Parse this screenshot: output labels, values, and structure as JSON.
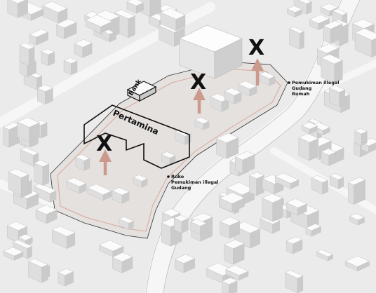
{
  "labels": {
    "bank": "Bank",
    "pertamina": "Pertamina"
  },
  "marker": "X",
  "annotations": {
    "north": [
      "Pemukiman illegal",
      "Gudang",
      "Rumah"
    ],
    "south": [
      "Ruko",
      "Pemukiman illegal",
      "Gudang"
    ]
  },
  "colors": {
    "background": "#ebebeb",
    "block_top": "#fbfbfb",
    "block_side": "#d6d6d6",
    "site_outline": "#d9a89a",
    "arrow": "#cc9a8d",
    "landmark_outline": "#111111"
  }
}
